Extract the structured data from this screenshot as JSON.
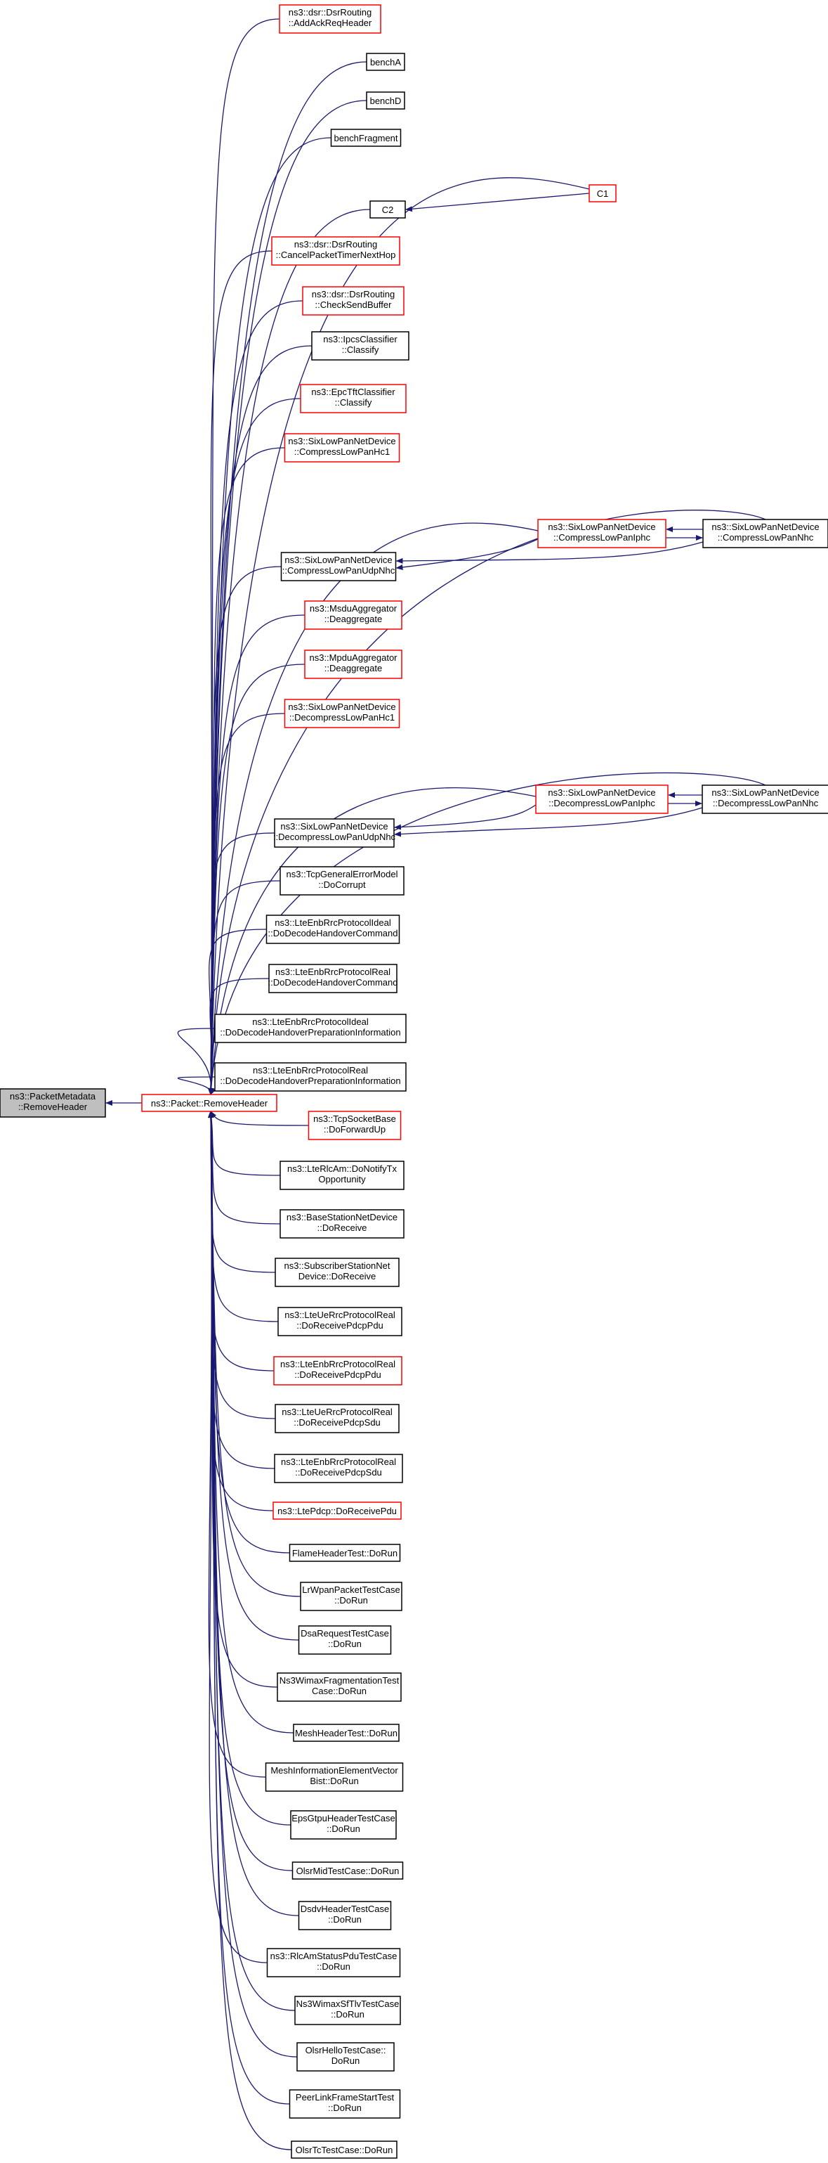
{
  "edge_color": "#191970",
  "node_border_black": "#000000",
  "node_border_red": "#ff0000",
  "root_fill": "#bfbfbf",
  "root": {
    "lines": [
      "ns3::PacketMetadata",
      "::RemoveHeader"
    ]
  },
  "remove_header": {
    "lines": [
      "ns3::Packet::RemoveHeader"
    ]
  },
  "callers": [
    {
      "lines": [
        "ns3::dsr::DsrRouting",
        "::AddAckReqHeader"
      ],
      "red": true
    },
    {
      "lines": [
        "benchA"
      ],
      "red": false
    },
    {
      "lines": [
        "benchD"
      ],
      "red": false
    },
    {
      "lines": [
        "benchFragment"
      ],
      "red": false
    },
    {
      "lines": [
        "C2"
      ],
      "red": false
    },
    {
      "lines": [
        "ns3::dsr::DsrRouting",
        "::CancelPacketTimerNextHop"
      ],
      "red": true
    },
    {
      "lines": [
        "ns3::dsr::DsrRouting",
        "::CheckSendBuffer"
      ],
      "red": true
    },
    {
      "lines": [
        "ns3::IpcsClassifier",
        "::Classify"
      ],
      "red": false
    },
    {
      "lines": [
        "ns3::EpcTftClassifier",
        "::Classify"
      ],
      "red": true
    },
    {
      "lines": [
        "ns3::SixLowPanNetDevice",
        "::CompressLowPanHc1"
      ],
      "red": true
    },
    {
      "lines": [
        "ns3::SixLowPanNetDevice",
        "::CompressLowPanUdpNhc"
      ],
      "red": false
    },
    {
      "lines": [
        "ns3::MsduAggregator",
        "::Deaggregate"
      ],
      "red": true
    },
    {
      "lines": [
        "ns3::MpduAggregator",
        "::Deaggregate"
      ],
      "red": true
    },
    {
      "lines": [
        "ns3::SixLowPanNetDevice",
        "::DecompressLowPanHc1"
      ],
      "red": true
    },
    {
      "lines": [
        "ns3::SixLowPanNetDevice",
        "::DecompressLowPanUdpNhc"
      ],
      "red": false
    },
    {
      "lines": [
        "ns3::TcpGeneralErrorModel",
        "::DoCorrupt"
      ],
      "red": false
    },
    {
      "lines": [
        "ns3::LteEnbRrcProtocolIdeal",
        "::DoDecodeHandoverCommand"
      ],
      "red": false
    },
    {
      "lines": [
        "ns3::LteEnbRrcProtocolReal",
        "::DoDecodeHandoverCommand"
      ],
      "red": false
    },
    {
      "lines": [
        "ns3::LteEnbRrcProtocolIdeal",
        "::DoDecodeHandoverPreparationInformation"
      ],
      "red": false
    },
    {
      "lines": [
        "ns3::LteEnbRrcProtocolReal",
        "::DoDecodeHandoverPreparationInformation"
      ],
      "red": false
    },
    {
      "lines": [
        "ns3::TcpSocketBase",
        "::DoForwardUp"
      ],
      "red": true
    },
    {
      "lines": [
        "ns3::LteRlcAm::DoNotifyTx",
        "Opportunity"
      ],
      "red": false
    },
    {
      "lines": [
        "ns3::BaseStationNetDevice",
        "::DoReceive"
      ],
      "red": false
    },
    {
      "lines": [
        "ns3::SubscriberStationNet",
        "Device::DoReceive"
      ],
      "red": false
    },
    {
      "lines": [
        "ns3::LteUeRrcProtocolReal",
        "::DoReceivePdcpPdu"
      ],
      "red": false
    },
    {
      "lines": [
        "ns3::LteEnbRrcProtocolReal",
        "::DoReceivePdcpPdu"
      ],
      "red": true
    },
    {
      "lines": [
        "ns3::LteUeRrcProtocolReal",
        "::DoReceivePdcpSdu"
      ],
      "red": false
    },
    {
      "lines": [
        "ns3::LteEnbRrcProtocolReal",
        "::DoReceivePdcpSdu"
      ],
      "red": false
    },
    {
      "lines": [
        "ns3::LtePdcp::DoReceivePdu"
      ],
      "red": true
    },
    {
      "lines": [
        "FlameHeaderTest::DoRun"
      ],
      "red": false
    },
    {
      "lines": [
        "LrWpanPacketTestCase",
        "::DoRun"
      ],
      "red": false
    },
    {
      "lines": [
        "DsaRequestTestCase",
        "::DoRun"
      ],
      "red": false
    },
    {
      "lines": [
        "Ns3WimaxFragmentationTest",
        "Case::DoRun"
      ],
      "red": false
    },
    {
      "lines": [
        "MeshHeaderTest::DoRun"
      ],
      "red": false
    },
    {
      "lines": [
        "MeshInformationElementVector",
        "Bist::DoRun"
      ],
      "red": false
    },
    {
      "lines": [
        "EpsGtpuHeaderTestCase",
        "::DoRun"
      ],
      "red": false
    },
    {
      "lines": [
        "OlsrMidTestCase::DoRun"
      ],
      "red": false
    },
    {
      "lines": [
        "DsdvHeaderTestCase",
        "::DoRun"
      ],
      "red": false
    },
    {
      "lines": [
        "ns3::RlcAmStatusPduTestCase",
        "::DoRun"
      ],
      "red": false
    },
    {
      "lines": [
        "Ns3WimaxSfTlvTestCase",
        "::DoRun"
      ],
      "red": false
    },
    {
      "lines": [
        "OlsrHelloTestCase::",
        "DoRun"
      ],
      "red": false
    },
    {
      "lines": [
        "PeerLinkFrameStartTest",
        "::DoRun"
      ],
      "red": false
    },
    {
      "lines": [
        "OlsrTcTestCase::DoRun"
      ],
      "red": false
    }
  ],
  "c1": {
    "lines": [
      "C1"
    ],
    "red": true
  },
  "compress_iphc": {
    "lines": [
      "ns3::SixLowPanNetDevice",
      "::CompressLowPanIphc"
    ],
    "red": true
  },
  "compress_nhc": {
    "lines": [
      "ns3::SixLowPanNetDevice",
      "::CompressLowPanNhc"
    ],
    "red": false
  },
  "decompress_iphc": {
    "lines": [
      "ns3::SixLowPanNetDevice",
      "::DecompressLowPanIphc"
    ],
    "red": true
  },
  "decompress_nhc": {
    "lines": [
      "ns3::SixLowPanNetDevice",
      "::DecompressLowPanNhc"
    ],
    "red": false
  }
}
